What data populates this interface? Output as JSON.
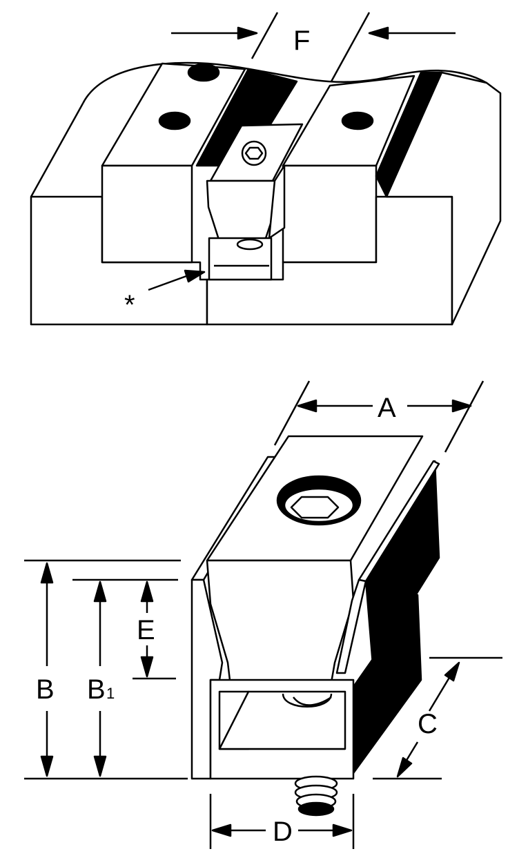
{
  "labels": {
    "F": "F",
    "star": "*",
    "A": "A",
    "B": "B",
    "B1_main": "B",
    "B1_sub": "1",
    "E": "E",
    "C": "C",
    "D": "D"
  },
  "colors": {
    "ink": "#000000",
    "paper": "#ffffff"
  }
}
